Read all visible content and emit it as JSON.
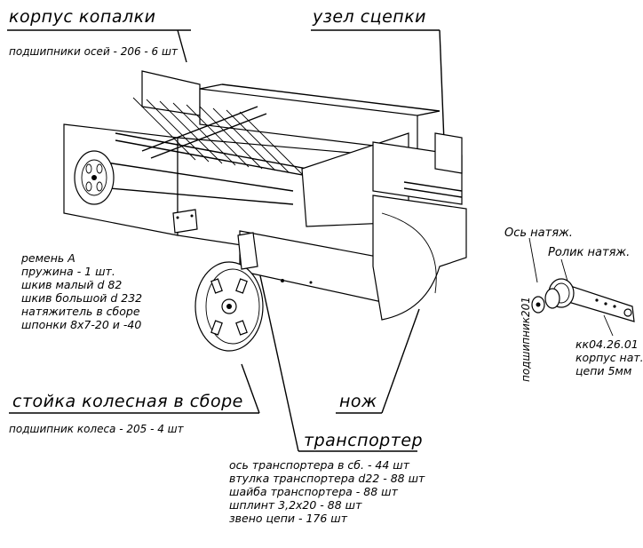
{
  "labels": {
    "body_title": "корпус копалки",
    "body_sub": "подшипники осей - 206 - 6 шт",
    "hitch_title": "узел сцепки",
    "left_specs": [
      "ремень А",
      "пружина - 1 шт.",
      "шкив малый d 82",
      "шкив большой d 232",
      "натяжитель в сборе",
      "шпонки 8х7-20 и -40"
    ],
    "wheel_title": "стойка колесная в сборе",
    "wheel_sub": "подшипник колеса - 205 - 4 шт",
    "knife_title": "нож",
    "conveyor_title": "транспортер",
    "conveyor_specs": [
      "ось транспортера в сб. - 44 шт",
      "втулка транспортера d22 - 88 шт",
      "шайба транспортера - 88 шт",
      "шплинт 3,2х20 - 88 шт",
      "звено цепи - 176 шт"
    ],
    "tensioner_axis": "Ось натяж.",
    "tensioner_roller": "Ролик натяж.",
    "bearing_201": "подшипник201",
    "part_number": "кк04.26.01",
    "part_desc_1": "корпус нат.",
    "part_desc_2": "цепи 5мм"
  }
}
